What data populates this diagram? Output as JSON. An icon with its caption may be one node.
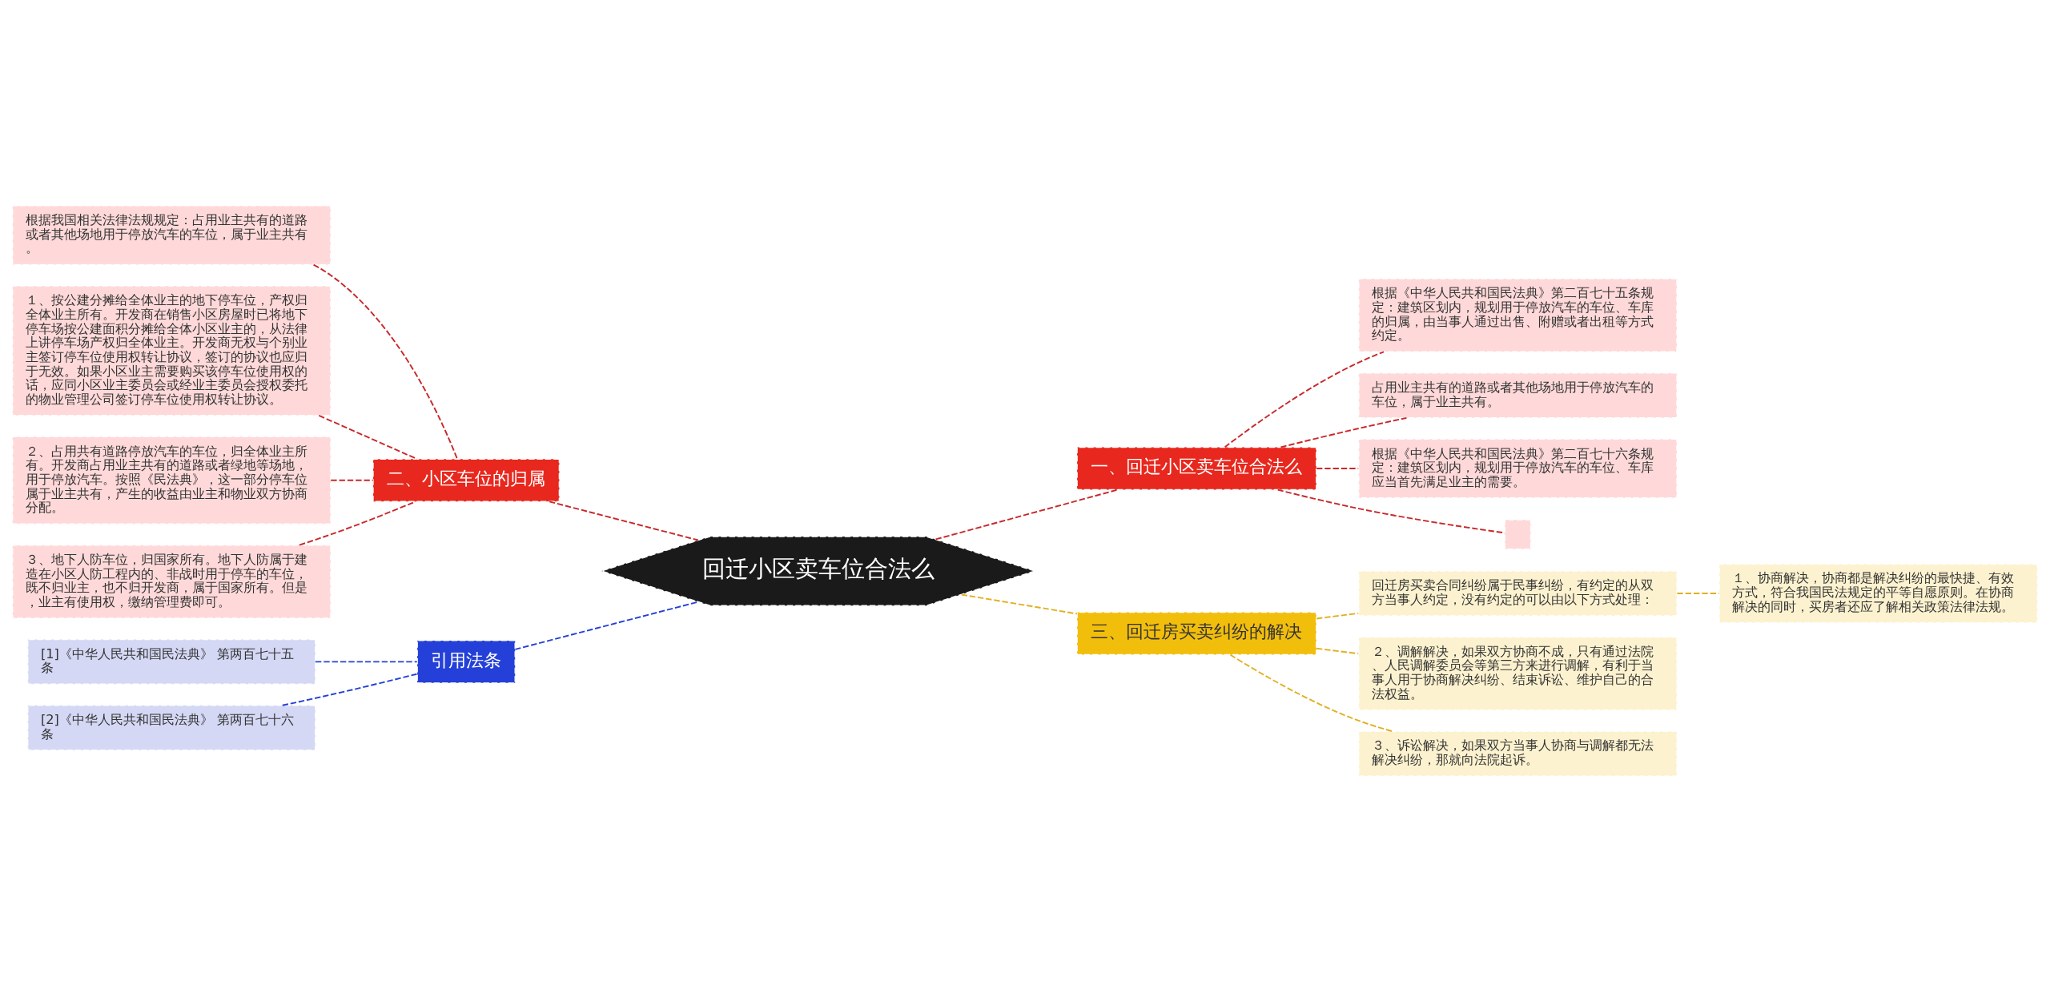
{
  "diagram": {
    "nodes": [
      {
        "text": [
          "回迁小区卖车位合法么"
        ]
      },
      {
        "text": [
          "一、回迁小区卖车位合法么"
        ]
      },
      {
        "text": [
          "根据《中华人民共和国民法典》第二百七十五条规定：建筑区划内，规划用于停放汽车的车位、车库的归属，由当事人通过出售、附赠或者出租等方式约定。"
        ]
      },
      {
        "text": [
          "占用业主共有的道路或者其他场地用于停放汽车的车位，属于业主共有。"
        ]
      },
      {
        "text": [
          "根据《中华人民共和国民法典》第二百七十六条规定：建筑区划内，规划用于停放汽车的车位、车库应当首先满足业主的需要。"
        ]
      },
      {
        "text": [],
        "shape": "box"
      },
      {
        "text": [
          "三、回迁房买卖纠纷的解决"
        ]
      },
      {
        "text": [
          "回迁房买卖合同纠纷属于民事纠纷，有约定的从双方当事人约定，没有约定的可以由以下方式处理："
        ]
      },
      {
        "text": [
          "１、协商解决，协商都是解决纠纷的最快捷、有效方式，符合我国民法规定的平等自愿原则。在协商解决的同时，买房者还应了解相关政策法律法规。"
        ]
      },
      {
        "text": [
          "２、调解解决，如果双方协商不成，只有通过法院、人民调解委员会等第三方来进行调解，有利于当事人用于协商解决纠纷、结束诉讼、维护自己的合法权益。"
        ]
      },
      {
        "text": [
          "３、诉讼解决，如果双方当事人协商与调解都无法解决纠纷，那就向法院起诉。"
        ]
      },
      {
        "text": [
          "二、小区车位的归属"
        ]
      },
      {
        "text": [
          "根据我国相关法律法规规定：占用业主共有的道路或者其他场地用于停放汽车的车位，属于业主共有。"
        ]
      },
      {
        "text": [
          "１、按公建分摊给全体业主的地下停车位，产权归全体业主所有。开发商在销售小区房屋时已将地下停车场按公建面积分摊给全体小区业主的，从法律上讲停车场产权归全体业主。开发商无权与个别业主签订停车位使用权转让协议，签订的协议也应归于无效。如果小区业主需要购买该停车位使用权的话，应同小区业主委员会或经业主委员会授权委托的物业管理公司签订停车位使用权转让协议。"
        ]
      },
      {
        "text": [
          "２、占用共有道路停放汽车的车位，归全体业主所有。开发商占用业主共有的道路或者绿地等场地，用于停放汽车。按照《民法典》，这一部分停车位属于业主共有，产生的收益由业主和物业双方协商分配。"
        ]
      },
      {
        "text": [
          "３、地下人防车位，归国家所有。地下人防属于建造在小区人防工程内的、非战时用于停车的车位，既不归业主，也不归开发商，属于国家所有。但是，业主有使用权，缴纳管理费即可。"
        ]
      },
      {
        "text": [
          "引用法条"
        ]
      },
      {
        "text": [
          "[1]《中华人民共和国民法典》 第两百七十五条"
        ]
      },
      {
        "text": [
          "[2]《中华人民共和国民法典》 第两百七十六条"
        ]
      }
    ],
    "edges": [
      {
        "from": 0,
        "to": 1,
        "arrow": "none",
        "style": "dashed"
      },
      {
        "from": 1,
        "to": 2,
        "arrow": "none",
        "style": "dashed"
      },
      {
        "from": 1,
        "to": 3,
        "arrow": "none",
        "style": "dashed"
      },
      {
        "from": 1,
        "to": 4,
        "arrow": "none",
        "style": "dashed"
      },
      {
        "from": 1,
        "to": 5,
        "arrow": "none",
        "style": "dashed"
      },
      {
        "from": 0,
        "to": 6,
        "arrow": "none",
        "style": "dashed",
        "color": "#e0b020"
      },
      {
        "from": 6,
        "to": 7,
        "arrow": "none",
        "style": "dashed",
        "color": "#e0b020"
      },
      {
        "from": 7,
        "to": 8,
        "arrow": "none",
        "style": "dashed",
        "color": "#e0b020"
      },
      {
        "from": 6,
        "to": 9,
        "arrow": "none",
        "style": "dashed",
        "color": "#e0b020"
      },
      {
        "from": 6,
        "to": 10,
        "arrow": "none",
        "style": "dashed",
        "color": "#e0b020"
      },
      {
        "from": 0,
        "to": 11,
        "arrow": "none",
        "style": "dashed"
      },
      {
        "from": 11,
        "to": 12,
        "arrow": "none",
        "style": "dashed"
      },
      {
        "from": 11,
        "to": 13,
        "arrow": "none",
        "style": "dashed"
      },
      {
        "from": 11,
        "to": 14,
        "arrow": "none",
        "style": "dashed"
      },
      {
        "from": 11,
        "to": 15,
        "arrow": "none",
        "style": "dashed"
      },
      {
        "from": 0,
        "to": 16,
        "arrow": "none",
        "style": "dashed",
        "color": "#2440d8"
      },
      {
        "from": 16,
        "to": 17,
        "arrow": "none",
        "style": "dashed",
        "color": "#2440d8"
      },
      {
        "from": 16,
        "to": 18,
        "arrow": "none",
        "style": "dashed",
        "color": "#2440d8"
      }
    ]
  }
}
